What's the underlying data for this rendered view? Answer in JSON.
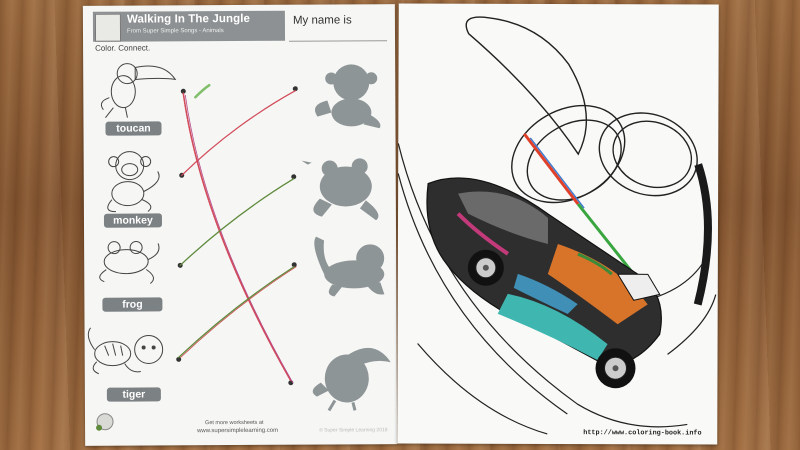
{
  "worksheet": {
    "title": "Walking In The Jungle",
    "subtitle": "From Super Simple Songs - Animals",
    "name_label": "My name is",
    "instruction": "Color. Connect.",
    "animals": [
      "toucan",
      "monkey",
      "frog",
      "tiger"
    ],
    "footer_line1": "Get more worksheets at",
    "footer_line2": "www.supersimplelearning.com",
    "footer_copy": "© Super Simple Learning 2018"
  },
  "coloring_page": {
    "url": "http://www.coloring-book.info"
  },
  "colors": {
    "table_wood": "#8a5a34",
    "label_gray": "#7c8183",
    "silhouette_gray": "#8e9597",
    "line_red": "#d24a5a",
    "line_green": "#5f8a3c",
    "car_teal": "#3fb6b0",
    "car_orange": "#d8742a"
  }
}
